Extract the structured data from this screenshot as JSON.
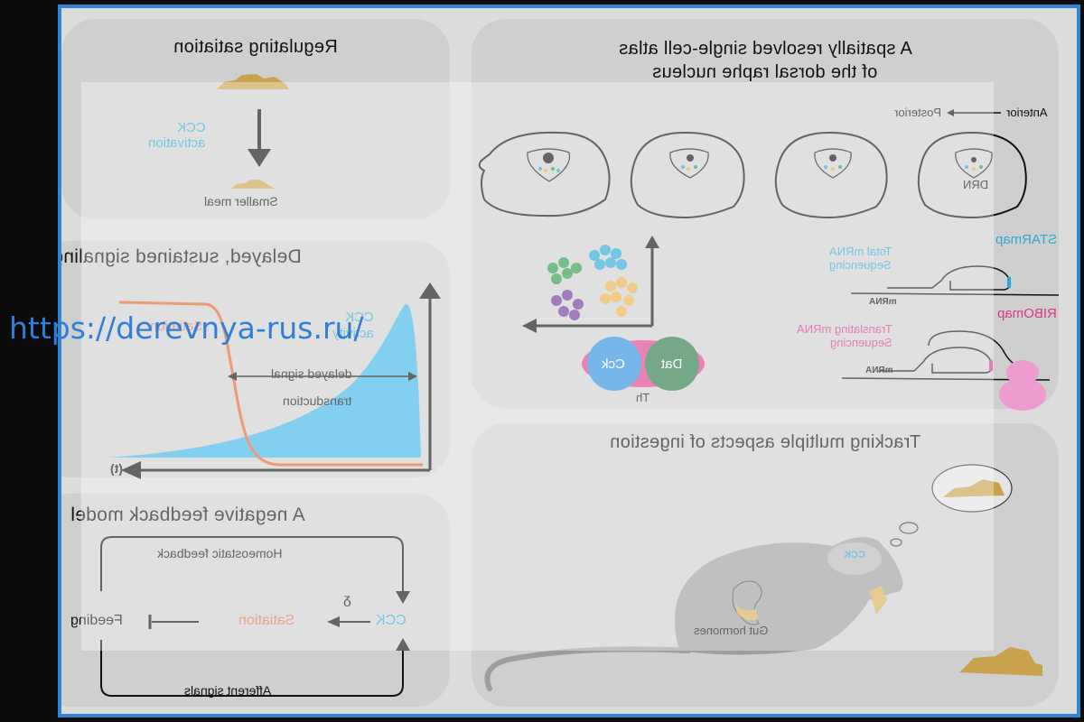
{
  "watermark": "https://derevnya-rus.ru/",
  "mirrored": true,
  "colors": {
    "frame_border": "#2f86d8",
    "cck_cyan": "#2aa8d6",
    "satiation_orange": "#e0662e",
    "ribomap_pink": "#d63a8a",
    "food_tan": "#c9a24e",
    "mouse_gray": "#9e9e9e"
  },
  "panels": {
    "regulating": {
      "title": "Regulating satiation",
      "arrow_label_line1": "CCK",
      "arrow_label_line2": "activation",
      "bottom_label": "Smaller meal"
    },
    "delayed": {
      "title": "Delayed, sustained signaling",
      "satiation_label": "Satiation",
      "cck_label_line1": "CCK",
      "cck_label_line2": "activity",
      "delay_label_line1": "delayed signal",
      "delay_label_line2": "transduction",
      "x_axis_label": "(t)"
    },
    "feedback": {
      "title": "A negative feedback model",
      "top_label": "Homeostatic feedback",
      "bottom_label": "Afferent signals",
      "node_cck": "CCK",
      "node_satiation": "Satiation",
      "node_feeding": "Feeding",
      "delta_symbol": "δ"
    },
    "atlas": {
      "title_line1": "A spatially resolved single-cell atlas",
      "title_line2": "of the dorsal raphe nucleus",
      "axis_from": "Anterior",
      "axis_to": "Posterior",
      "region_label": "DRN",
      "starmap_title": "STARmap",
      "starmap_desc_line1": "Total mRNA",
      "starmap_desc_line2": "Sequencing",
      "ribomap_title": "RIBOmap",
      "ribomap_desc_line1": "Translating mRNA",
      "ribomap_desc_line2": "Sequencing",
      "mrna_label": "mRNA",
      "venn": {
        "left": "Cck",
        "right": "Dat",
        "bottom": "Th"
      }
    },
    "tracking": {
      "title": "Tracking multiple aspects of ingestion",
      "brain_label": "CCK",
      "gut_label": "Gut hormones"
    }
  }
}
